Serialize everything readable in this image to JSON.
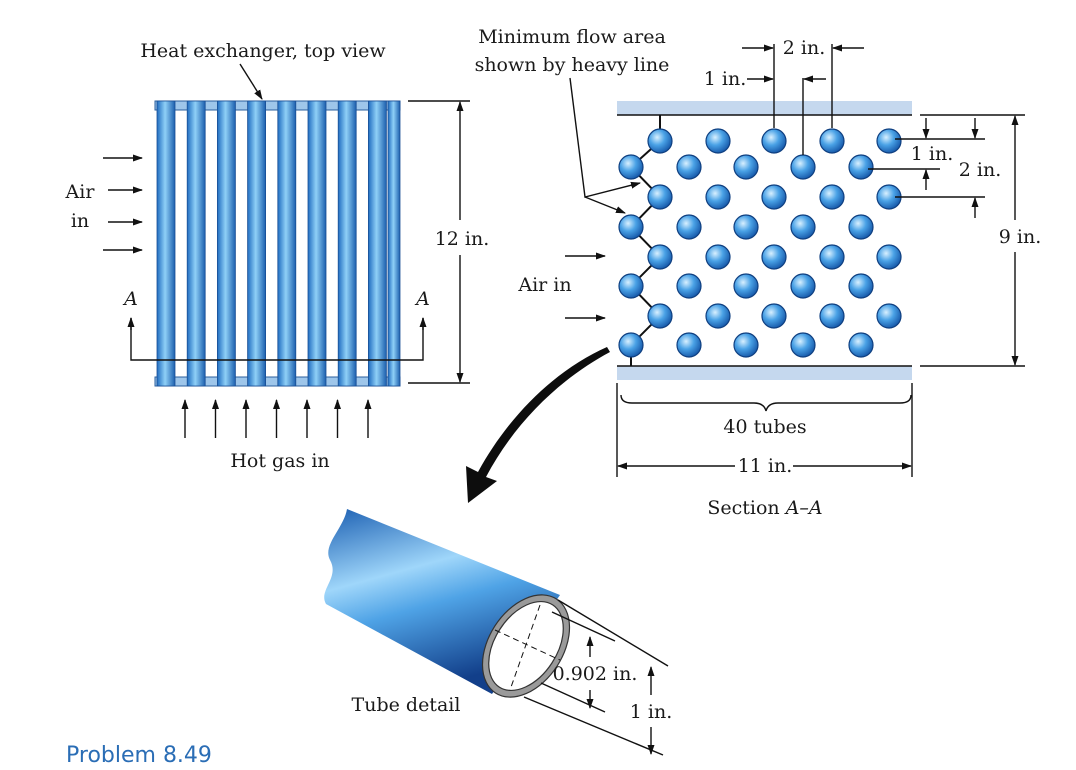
{
  "top_view": {
    "title": "Heat exchanger, top view",
    "air_in_line1": "Air",
    "air_in_line2": "in",
    "section_marker": "A",
    "height_dim": "12 in.",
    "hot_gas_label": "Hot gas in"
  },
  "section": {
    "min_flow_line1": "Minimum flow area",
    "min_flow_line2": "shown by heavy line",
    "spacing_top": "2 in.",
    "offset_top": "1 in.",
    "spacing_right_small": "1 in.",
    "spacing_right_large": "2 in.",
    "height_dim": "9 in.",
    "air_in_label": "Air in",
    "tube_count": "40 tubes",
    "width_dim": "11 in.",
    "title": "Section A–A"
  },
  "tube_detail": {
    "title": "Tube detail",
    "inner_diameter": "0.902 in.",
    "outer_diameter": "1 in."
  },
  "caption": "Problem 8.49",
  "colors": {
    "tube_blue": "#2f86d6",
    "tube_light": "#9cd0f5",
    "plate": "#c5d8ee",
    "caption_blue": "#2a6db5"
  }
}
